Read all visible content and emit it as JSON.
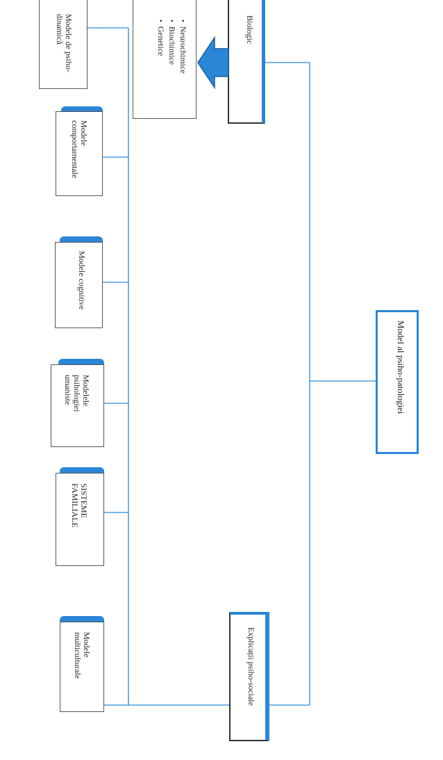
{
  "root": "Model al psiho-patologiei",
  "biologic": {
    "title": "Biologic",
    "items": [
      "Neurochimice",
      "Biochimice",
      "Genetice"
    ]
  },
  "psychosocial": "Explicații psiho-sociale",
  "models": [
    {
      "line1": "Modele de psiho-",
      "line2": "dinamică"
    },
    {
      "line1": "Modele",
      "line2": "comportamentale"
    },
    {
      "line1": "Modele cognitive",
      "line2": ""
    },
    {
      "line1": "Modelele",
      "line2": "psihologiei",
      "line3": "umaniste"
    },
    {
      "line1": "SISTEME",
      "line2": "FAMILIALE"
    },
    {
      "line1": "Modele",
      "line2": "multiculturale"
    }
  ],
  "colors": {
    "line": "#2a86d6",
    "accent": "#2a86d6",
    "border": "#333333"
  }
}
